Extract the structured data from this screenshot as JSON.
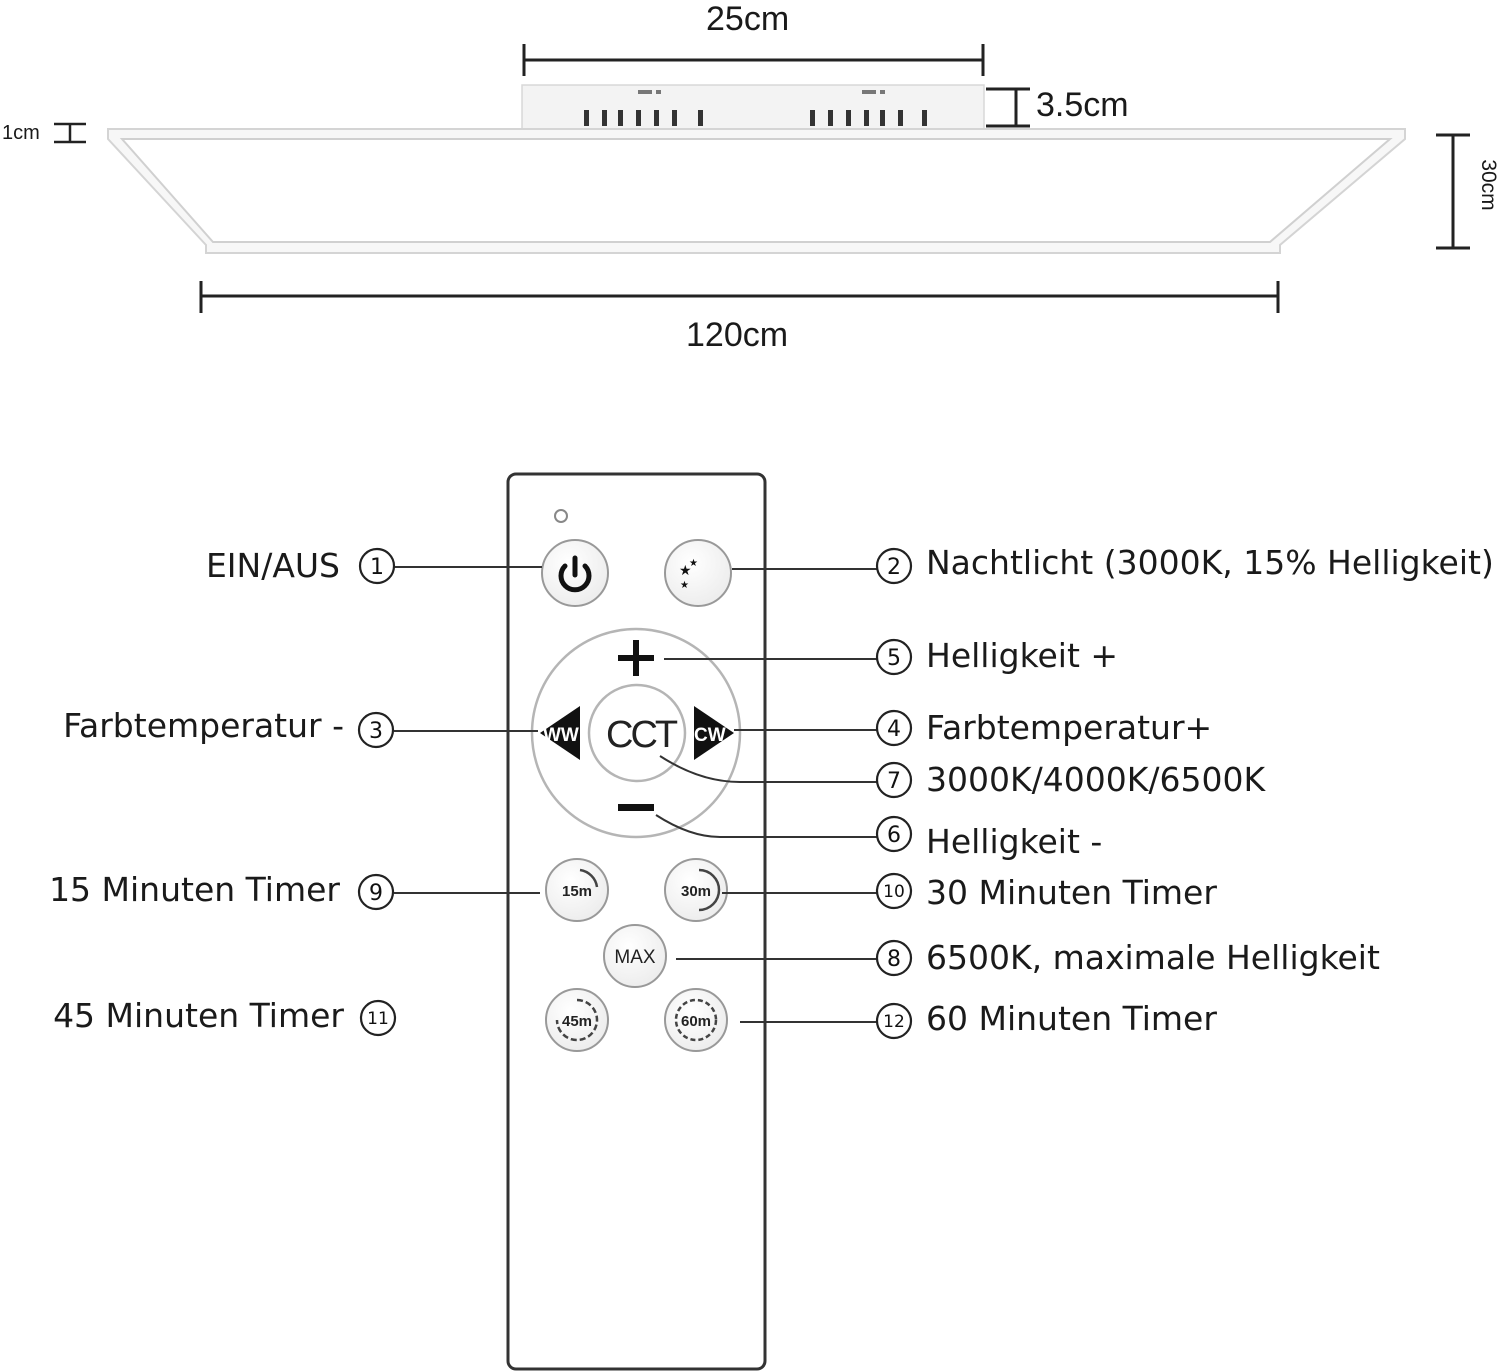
{
  "dimensions": {
    "width_top": "25cm",
    "driver_height": "3.5cm",
    "panel_thickness": "1cm",
    "panel_depth": "30cm",
    "panel_length": "120cm"
  },
  "remote": {
    "buttons": {
      "power_icon": "power-icon",
      "night_icon": "moon-stars-icon",
      "plus": "+",
      "minus": "−",
      "ww": "WW",
      "cw": "CW",
      "cct": "CCT",
      "t15": "15m",
      "t30": "30m",
      "max": "MAX",
      "t45": "45m",
      "t60": "60m"
    }
  },
  "callouts": [
    {
      "num": "1",
      "text": "EIN/AUS"
    },
    {
      "num": "2",
      "text": "Nachtlicht (3000K, 15% Helligkeit)"
    },
    {
      "num": "3",
      "text": "Farbtemperatur -"
    },
    {
      "num": "4",
      "text": "Farbtemperatur+"
    },
    {
      "num": "5",
      "text": "Helligkeit +"
    },
    {
      "num": "6",
      "text": "Helligkeit -"
    },
    {
      "num": "7",
      "text": "3000K/4000K/6500K"
    },
    {
      "num": "8",
      "text": "6500K, maximale Helligkeit"
    },
    {
      "num": "9",
      "text": "15 Minuten Timer"
    },
    {
      "num": "10",
      "text": "30 Minuten Timer"
    },
    {
      "num": "11",
      "text": "45 Minuten Timer"
    },
    {
      "num": "12",
      "text": "60 Minuten Timer"
    }
  ]
}
